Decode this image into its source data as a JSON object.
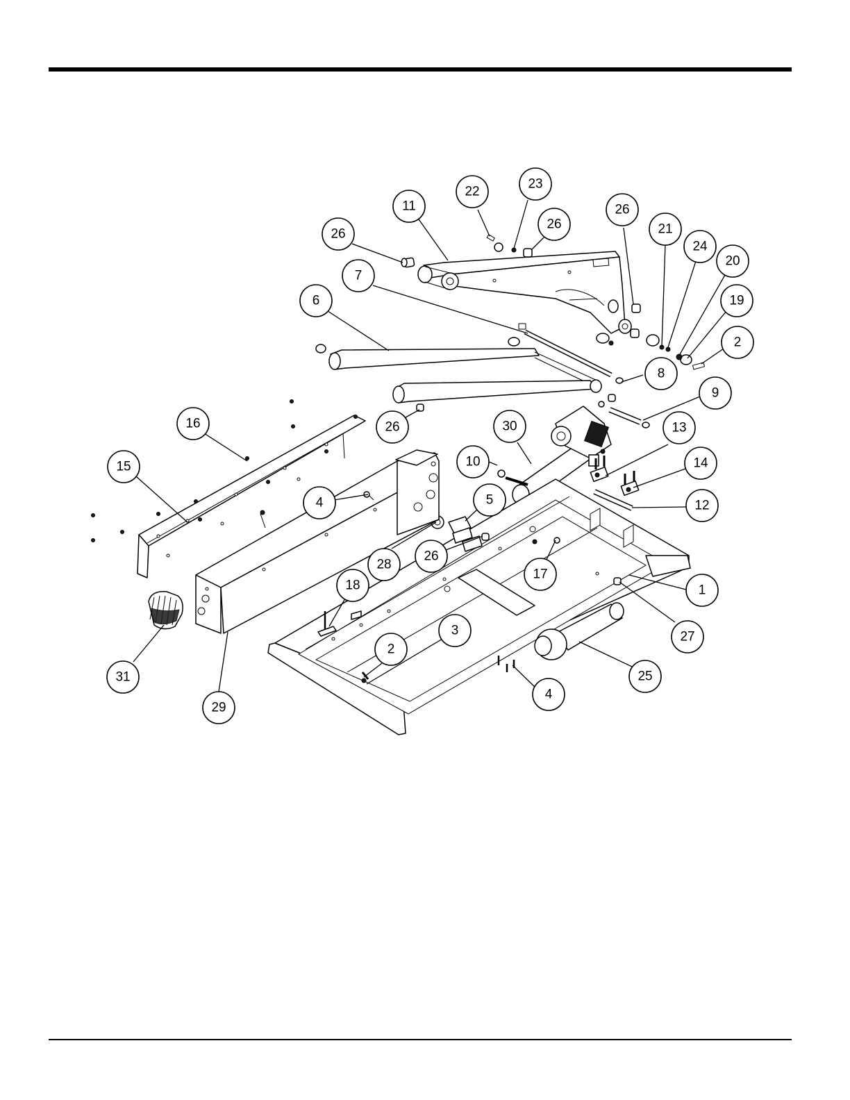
{
  "callouts": [
    {
      "label": "1"
    },
    {
      "label": "2"
    },
    {
      "label": "2"
    },
    {
      "label": "3"
    },
    {
      "label": "4"
    },
    {
      "label": "4"
    },
    {
      "label": "5"
    },
    {
      "label": "6"
    },
    {
      "label": "7"
    },
    {
      "label": "8"
    },
    {
      "label": "9"
    },
    {
      "label": "10"
    },
    {
      "label": "11"
    },
    {
      "label": "12"
    },
    {
      "label": "13"
    },
    {
      "label": "14"
    },
    {
      "label": "15"
    },
    {
      "label": "16"
    },
    {
      "label": "17"
    },
    {
      "label": "18"
    },
    {
      "label": "19"
    },
    {
      "label": "20"
    },
    {
      "label": "21"
    },
    {
      "label": "22"
    },
    {
      "label": "23"
    },
    {
      "label": "24"
    },
    {
      "label": "25"
    },
    {
      "label": "26"
    },
    {
      "label": "26"
    },
    {
      "label": "26"
    },
    {
      "label": "26"
    },
    {
      "label": "26"
    },
    {
      "label": "27"
    },
    {
      "label": "28"
    },
    {
      "label": "29"
    },
    {
      "label": "30"
    },
    {
      "label": "31"
    }
  ]
}
